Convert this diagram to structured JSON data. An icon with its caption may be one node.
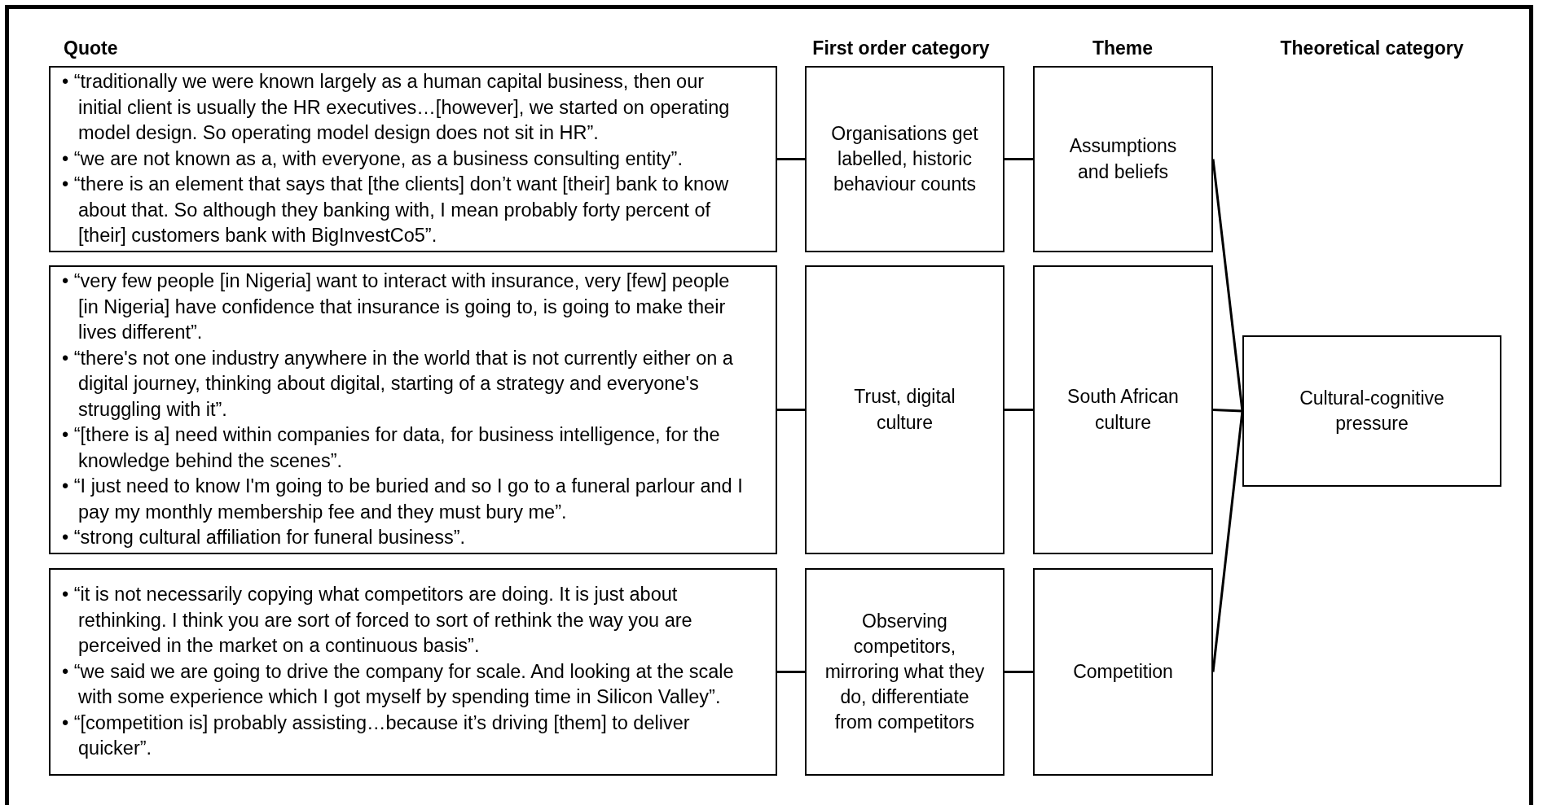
{
  "diagram": {
    "nodes": [
      {
        "text": [
          "• “traditionally we were known largely as a human capital business, then our initial client is usually the HR executives…[however], we started on operating model design. So operating model design does not sit in HR”.",
          "• “we are not known as a, with everyone, as a business consulting entity”.",
          "• “there is an element that says that [the clients] don’t want [their] bank to know about that. So although they banking with, I mean probably forty percent of [their] customers bank with BigInvestCo5”."
        ]
      },
      {
        "text": [
          "Organisations get labelled, historic behaviour counts"
        ]
      },
      {
        "text": [
          "Assumptions and beliefs"
        ]
      },
      {
        "text": [
          "• “very few people [in Nigeria] want to interact with insurance, very [few] people [in Nigeria] have confidence that insurance is going to, is going to make their lives different”.",
          "• “there's not one industry anywhere in the world that is not currently either on a digital journey, thinking about digital, starting of a strategy and everyone's struggling with it”.",
          "• “[there is a] need within companies for data, for business intelligence, for the knowledge behind the scenes”.",
          "• “I just need to know I'm going to be buried and so I go to a funeral parlour and I pay my monthly membership fee and they must bury me”.",
          "• “strong cultural affiliation for funeral business”."
        ]
      },
      {
        "text": [
          "Trust, digital culture"
        ]
      },
      {
        "text": [
          "South African culture"
        ]
      },
      {
        "text": [
          "• “it is not necessarily copying what competitors are doing. It is just about rethinking. I think you are sort of forced to sort of rethink the way you are perceived in the market on a continuous basis”.",
          "• “we said we are going to drive the company for scale. And looking at the scale with some experience which I got myself by spending time in Silicon Valley”.",
          "• “[competition is] probably assisting…because it’s driving [them] to deliver quicker”."
        ]
      },
      {
        "text": [
          "Observing competitors, mirroring what they do, differentiate from competitors"
        ]
      },
      {
        "text": [
          "Competition"
        ]
      },
      {
        "text": [
          "Cultural-cognitive pressure"
        ]
      }
    ],
    "edges": [
      {
        "from": 0,
        "to": 1,
        "arrow": "none"
      },
      {
        "from": 1,
        "to": 2,
        "arrow": "none"
      },
      {
        "from": 3,
        "to": 4,
        "arrow": "none"
      },
      {
        "from": 4,
        "to": 5,
        "arrow": "none"
      },
      {
        "from": 6,
        "to": 7,
        "arrow": "none"
      },
      {
        "from": 7,
        "to": 8,
        "arrow": "none"
      },
      {
        "from": 2,
        "to": 9,
        "arrow": "none"
      },
      {
        "from": 5,
        "to": 9,
        "arrow": "none"
      },
      {
        "from": 8,
        "to": 9,
        "arrow": "none"
      }
    ],
    "labels": [
      "Quote",
      "First order category",
      "Theme",
      "Theoretical category"
    ]
  }
}
